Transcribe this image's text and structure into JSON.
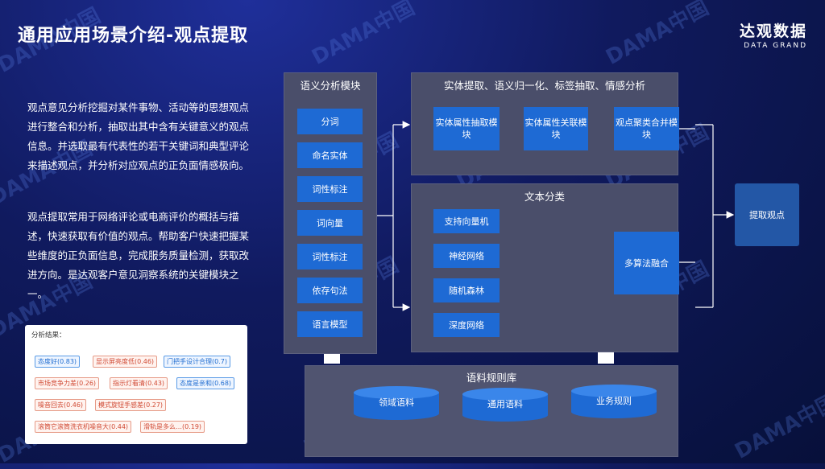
{
  "header": {
    "title": "通用应用场景介绍-观点提取",
    "brand_cn": "达观数据",
    "brand_en": "DATA GRAND"
  },
  "description": {
    "para1": "观点意见分析挖掘对某件事物、活动等的思想观点进行整合和分析，抽取出其中含有关键意义的观点信息。并选取最有代表性的若干关键词和典型评论来描述观点，并分析对应观点的正负面情感极向。",
    "para2": "观点提取常用于网络评论或电商评价的概括与描述，快速获取有价值的观点。帮助客户快速把握某些维度的正负面信息，完成服务质量检测，获取改进方向。是达观客户意见洞察系统的关键模块之一。"
  },
  "result": {
    "title": "分析结果：",
    "tags": [
      {
        "text": "态度好(0.83)",
        "tone": "blue"
      },
      {
        "text": "显示屏亮度低(0.46)",
        "tone": "red"
      },
      {
        "text": "门把手设计合理(0.7)",
        "tone": "blue"
      },
      {
        "text": "市场竞争力差(0.26)",
        "tone": "red"
      },
      {
        "text": "指示灯看清(0.43)",
        "tone": "red"
      },
      {
        "text": "态度是亲和(0.68)",
        "tone": "blue"
      },
      {
        "text": "噪音回去(0.46)",
        "tone": "red"
      },
      {
        "text": "模式旋钮手感差(0.27)",
        "tone": "red"
      },
      {
        "text": "滚筒它滚筒洗衣机噪音大(0.44)",
        "tone": "red"
      },
      {
        "text": "滑轨是多么…(0.19)",
        "tone": "red"
      }
    ]
  },
  "semantic": {
    "title": "语义分析模块",
    "items": [
      "分词",
      "命名实体",
      "词性标注",
      "词向量",
      "词性标注",
      "依存句法",
      "语言模型"
    ]
  },
  "entity": {
    "title": "实体提取、语义归一化、标签抽取、情感分析",
    "items": [
      "实体属性抽取模块",
      "实体属性关联模块",
      "观点聚类合并模块"
    ]
  },
  "classification": {
    "title": "文本分类",
    "items": [
      "支持向量机",
      "神经网络",
      "随机森林",
      "深度网络"
    ],
    "fusion": "多算法融合"
  },
  "output": {
    "label": "提取观点"
  },
  "corpus": {
    "title": "语料规则库",
    "items": [
      "领域语料",
      "通用语料",
      "业务规则"
    ]
  },
  "watermark": "DAMA中国",
  "colors": {
    "module_blue": "#1e6ad4",
    "panel_gray": "#4a4e6a"
  }
}
